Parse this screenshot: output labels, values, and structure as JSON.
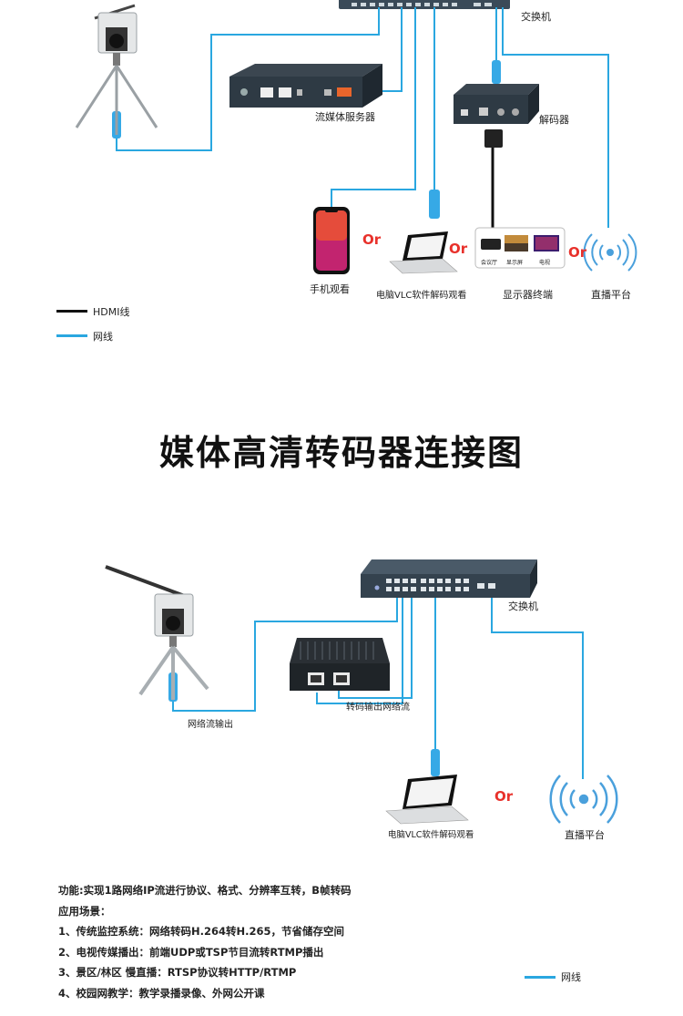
{
  "diagram1": {
    "labels": {
      "switch": "交换机",
      "streaming_server": "流媒体服务器",
      "decoder": "解码器",
      "phone": "手机观看",
      "pc_vlc": "电脑VLC软件解码观看",
      "display": "显示器终端",
      "live_platform": "直播平台",
      "display_sub": [
        "会议厅",
        "显示屏",
        "电视"
      ]
    },
    "or_text": "Or",
    "legend": [
      {
        "label": "HDMI线",
        "color": "#111111"
      },
      {
        "label": "网线",
        "color": "#2aa7e0"
      }
    ]
  },
  "title": "媒体高清转码器连接图",
  "diagram2": {
    "labels": {
      "switch": "交换机",
      "network_stream_out": "网络流输出",
      "transcode_out": "转码输出网络流",
      "pc_vlc": "电脑VLC软件解码观看",
      "live_platform": "直播平台"
    },
    "or_text": "Or",
    "legend": [
      {
        "label": "网线",
        "color": "#2aa7e0"
      }
    ]
  },
  "notes": [
    "功能:实现1路网络IP流进行协议、格式、分辨率互转，B帧转码",
    "应用场景：",
    "1、传统监控系统：网络转码H.264转H.265，节省储存空间",
    "2、电视传媒播出：前端UDP或TSP节目流转RTMP播出",
    "3、景区/林区 慢直播：RTSP协议转HTTP/RTMP",
    "4、校园网教学：教学录播录像、外网公开课"
  ],
  "colors": {
    "network": "#2aa7e0",
    "hdmi": "#111111",
    "or": "#e8312b",
    "device": "#2e3a44"
  }
}
